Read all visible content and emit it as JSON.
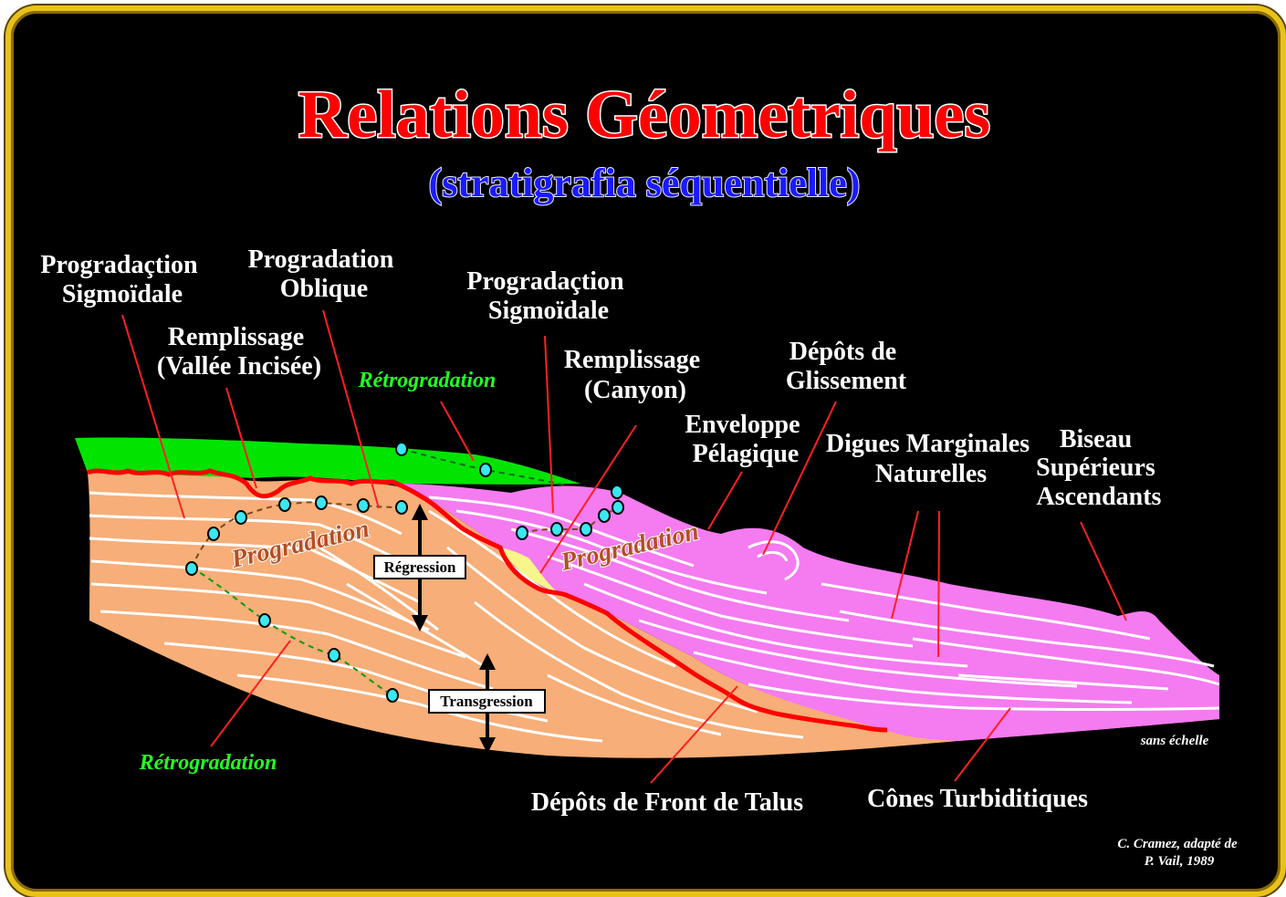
{
  "title": "Relations Géometriques",
  "subtitle": "(stratigrafia séquentielle)",
  "labels": {
    "prog_sig_left_1": "Progradaçtion",
    "prog_sig_left_2": "Sigmoïdale",
    "prog_obl_1": "Progradation",
    "prog_obl_2": "Oblique",
    "remp_valley_1": "Remplissage",
    "remp_valley_2": "(Vallée Incisée)",
    "retro_top": "Rétrogradation",
    "prog_sig_mid_1": "Progradaçtion",
    "prog_sig_mid_2": "Sigmoïdale",
    "remp_canyon_1": "Remplissage",
    "remp_canyon_2": "(Canyon)",
    "env_pel_1": "Enveloppe",
    "env_pel_2": "Pélagique",
    "dep_gliss_1": "Dépôts de",
    "dep_gliss_2": "Glissement",
    "digues_1": "Digues Marginales",
    "digues_2": "Naturelles",
    "biseau_1": "Biseau",
    "biseau_2": "Supérieurs",
    "biseau_3": "Ascendants",
    "progradation_left": "Progradation",
    "progradation_right": "Progradation",
    "regression": "Régression",
    "transgression": "Transgression",
    "retro_bottom": "Rétrogradation",
    "front_talus": "Dépôts de Front de Talus",
    "cones": "Cônes Turbiditiques",
    "scale": "sans échelle",
    "credit_1": "C. Cramez, adapté de",
    "credit_2": "P. Vail, 1989"
  },
  "colors": {
    "orange_unit": "#f7ae78",
    "pink_unit": "#f57bf0",
    "green_unit": "#00e400",
    "canyon_fill": "#f8f58a",
    "unconformity": "#ff0000",
    "frame": "#e8c21a"
  }
}
